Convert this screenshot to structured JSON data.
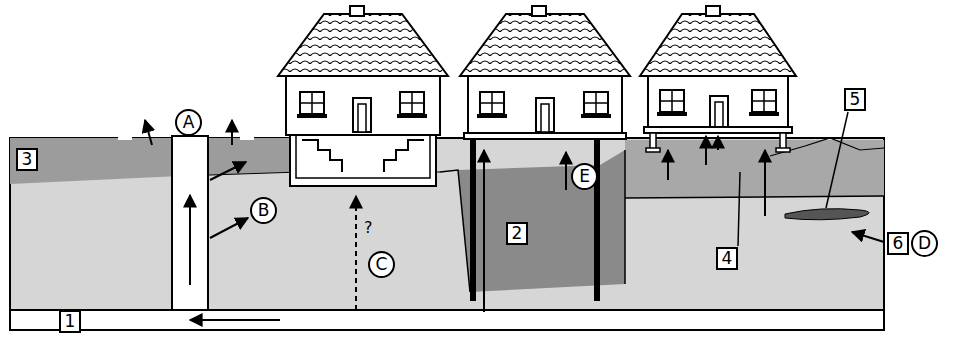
{
  "diagram": {
    "nodes": [
      {
        "text": [
          "3"
        ]
      },
      {
        "text": [
          "A"
        ]
      },
      {
        "text": [
          "5"
        ]
      },
      {
        "text": [
          "6"
        ]
      },
      {
        "text": [
          "D"
        ]
      },
      {
        "text": [
          "E"
        ]
      },
      {
        "text": [
          "4"
        ]
      },
      {
        "text": [
          "B"
        ]
      },
      {
        "text": [
          "C"
        ]
      },
      {
        "text": [
          "2"
        ]
      },
      {
        "text": [
          "1"
        ]
      }
    ],
    "labels": [
      "?"
    ]
  }
}
